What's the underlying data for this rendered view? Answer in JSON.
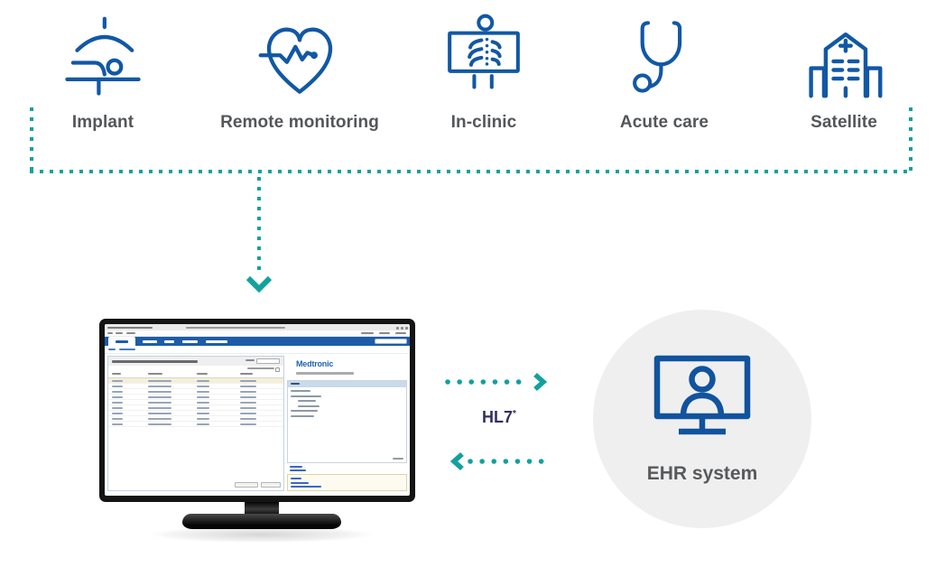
{
  "palette": {
    "icon_blue": "#1158A5",
    "teal": "#12A19E",
    "label_gray": "#545659",
    "hl7_navy": "#322F60",
    "ehr_circle_bg": "#EFEFEF",
    "screen_nav_blue": "#1D5CA8",
    "link_blue": "#3B66C8",
    "brand_blue": "#2066B1"
  },
  "sources": [
    {
      "label": "Implant",
      "icon": "implant-icon"
    },
    {
      "label": "Remote monitoring",
      "icon": "heart-ecg-icon"
    },
    {
      "label": "In-clinic",
      "icon": "xray-screen-icon"
    },
    {
      "label": "Acute care",
      "icon": "stethoscope-icon"
    },
    {
      "label": "Satellite",
      "icon": "hospital-building-icon"
    }
  ],
  "connection": {
    "label": "HL7",
    "superscript": "*"
  },
  "ehr": {
    "label": "EHR system",
    "icon": "ehr-monitor-user-icon"
  },
  "monitor": {
    "screen_brand": "Medtronic"
  }
}
